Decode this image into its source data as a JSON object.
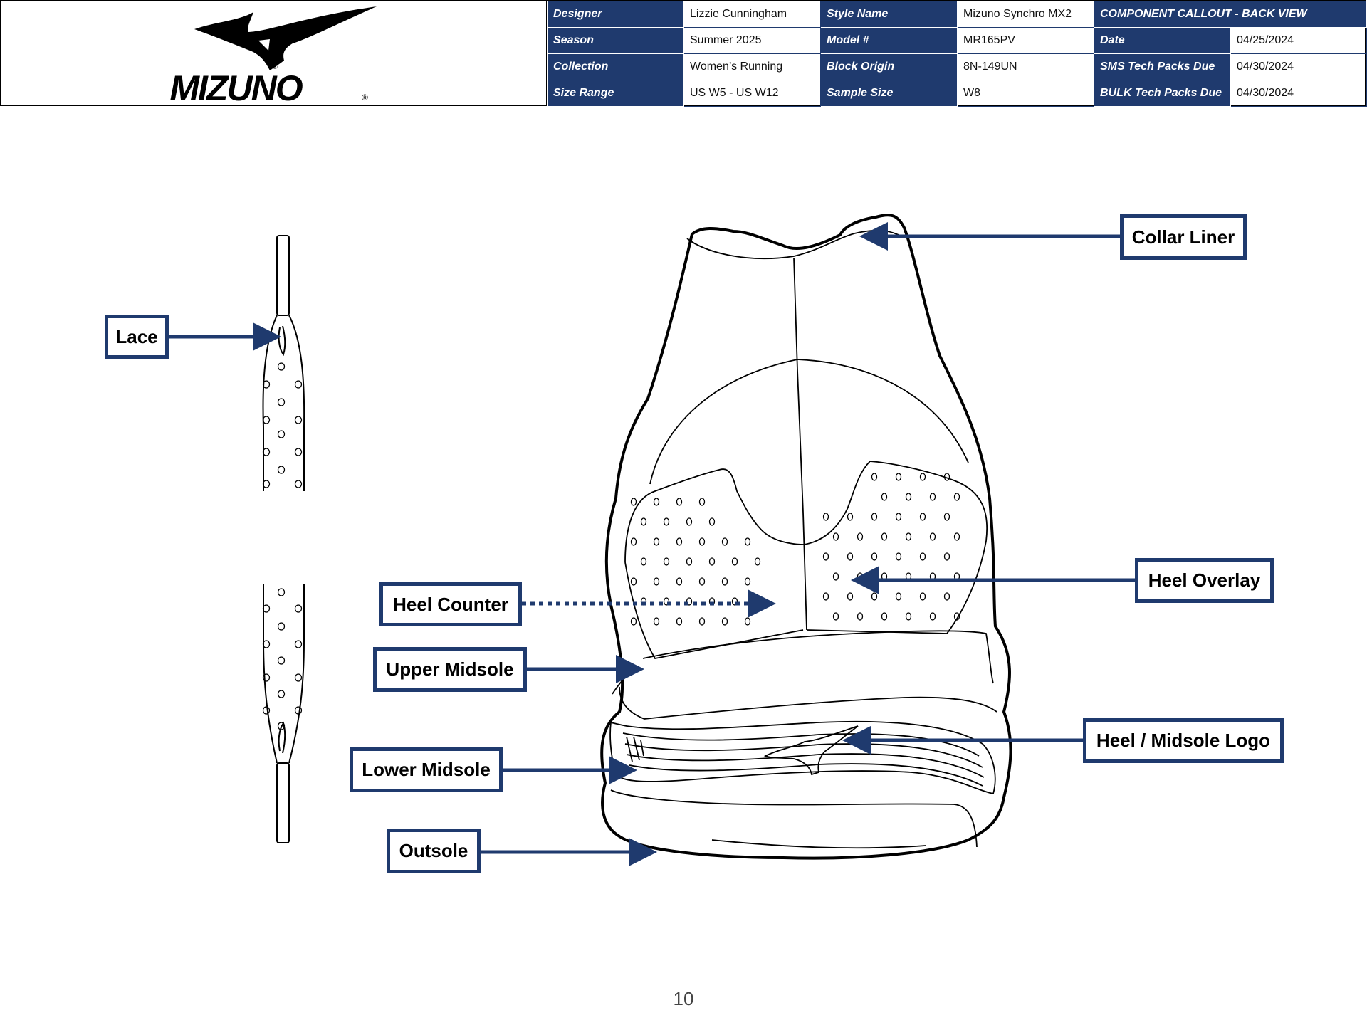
{
  "brand": {
    "logo_text": "MIZUNO"
  },
  "spec": {
    "rows": [
      [
        {
          "label": "Designer",
          "value": "Lizzie Cunningham"
        },
        {
          "label": "Style Name",
          "value": "Mizuno Synchro MX2"
        },
        {
          "label": "COMPONENT CALLOUT - BACK VIEW",
          "value": ""
        }
      ],
      [
        {
          "label": "Season",
          "value": "Summer 2025"
        },
        {
          "label": "Model #",
          "value": "MR165PV"
        },
        {
          "label": "Date",
          "value": "04/25/2024"
        }
      ],
      [
        {
          "label": "Collection",
          "value": "Women’s Running"
        },
        {
          "label": "Block Origin",
          "value": "8N-149UN"
        },
        {
          "label": "SMS Tech Packs Due",
          "value": "04/30/2024"
        }
      ],
      [
        {
          "label": "Size Range",
          "value": "US W5 - US W12"
        },
        {
          "label": "Sample Size",
          "value": "W8"
        },
        {
          "label": "BULK Tech Packs Due",
          "value": "04/30/2024"
        }
      ]
    ]
  },
  "callouts": {
    "lace": "Lace",
    "collar_liner": "Collar Liner",
    "heel_counter": "Heel Counter",
    "heel_overlay": "Heel Overlay",
    "upper_midsole": "Upper Midsole",
    "heel_midsole_logo": "Heel / Midsole Logo",
    "lower_midsole": "Lower Midsole",
    "outsole": "Outsole"
  },
  "colors": {
    "accent": "#1f3a6e",
    "line": "#000000"
  },
  "page_number": "10"
}
